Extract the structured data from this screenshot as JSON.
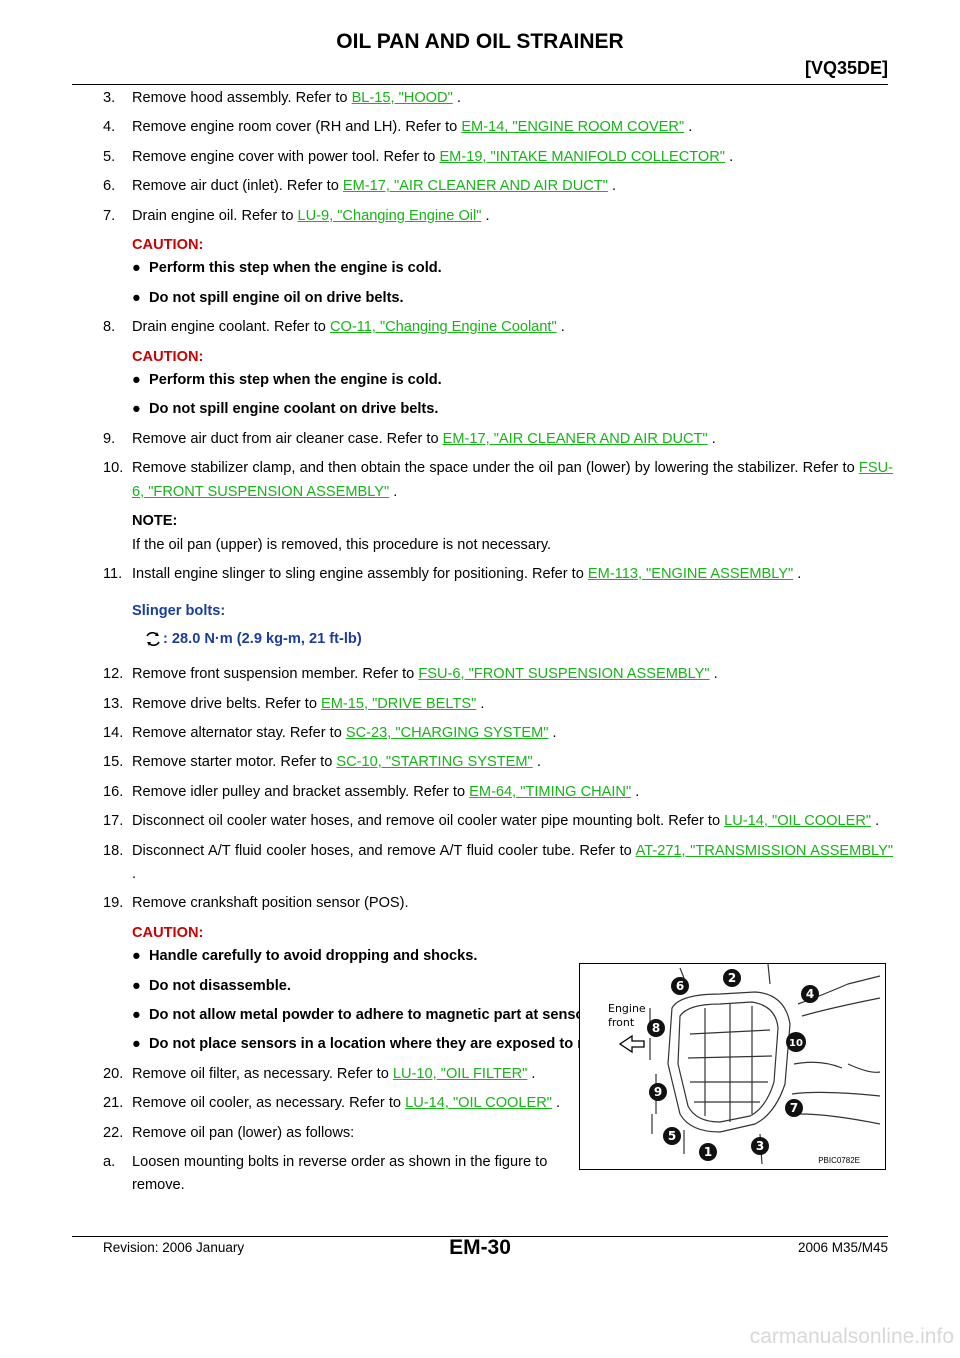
{
  "header": {
    "title": "OIL PAN AND OIL STRAINER",
    "model": "[VQ35DE]"
  },
  "steps": {
    "s3": {
      "num": "3.",
      "text": "Remove hood assembly. Refer to",
      "link": "BL-15, \"HOOD\"",
      "end": "."
    },
    "s4": {
      "num": "4.",
      "text": "Remove engine room cover (RH and LH). Refer to",
      "link": "EM-14, \"ENGINE ROOM COVER\"",
      "end": "."
    },
    "s5": {
      "num": "5.",
      "text": "Remove engine cover with power tool. Refer to",
      "link": "EM-19, \"INTAKE MANIFOLD COLLECTOR\"",
      "end": "."
    },
    "s6": {
      "num": "6.",
      "text": "Remove air duct (inlet). Refer to",
      "link": "EM-17, \"AIR CLEANER AND AIR DUCT\"",
      "end": "."
    },
    "s7": {
      "num": "7.",
      "text": "Drain engine oil. Refer to",
      "link": "LU-9, \"Changing Engine Oil\"",
      "end": "."
    },
    "s8": {
      "num": "8.",
      "text": "Drain engine coolant. Refer to",
      "link": "CO-11, \"Changing Engine Coolant\"",
      "end": "."
    },
    "s9": {
      "num": "9.",
      "text": "Remove air duct from air cleaner case. Refer to",
      "link": "EM-17, \"AIR CLEANER AND AIR DUCT\"",
      "end": "."
    },
    "s10": {
      "num": "10.",
      "text": "Remove stabilizer clamp, and then obtain the space under the oil pan (lower) by lowering the stabilizer. Refer to",
      "link": "FSU-6, \"FRONT SUSPENSION ASSEMBLY\"",
      "end": "."
    },
    "s11": {
      "num": "11.",
      "text": "Install engine slinger to sling engine assembly for positioning. Refer to",
      "link": "EM-113, \"ENGINE ASSEMBLY\"",
      "end": "."
    },
    "s12": {
      "num": "12.",
      "text": "Remove front suspension member. Refer to",
      "link": "FSU-6, \"FRONT SUSPENSION ASSEMBLY\"",
      "end": "."
    },
    "s13": {
      "num": "13.",
      "text": "Remove drive belts. Refer to",
      "link": "EM-15, \"DRIVE BELTS\"",
      "end": "."
    },
    "s14": {
      "num": "14.",
      "text": "Remove alternator stay. Refer to",
      "link": "SC-23, \"CHARGING SYSTEM\"",
      "end": "."
    },
    "s15": {
      "num": "15.",
      "text": "Remove starter motor. Refer to",
      "link": "SC-10, \"STARTING SYSTEM\"",
      "end": "."
    },
    "s16": {
      "num": "16.",
      "text": "Remove idler pulley and bracket assembly. Refer to",
      "link": "EM-64, \"TIMING CHAIN\"",
      "end": "."
    },
    "s17": {
      "num": "17.",
      "text": "Disconnect oil cooler water hoses, and remove oil cooler water pipe mounting bolt. Refer to",
      "link": "LU-14, \"OIL COOLER\"",
      "end": "."
    },
    "s18": {
      "num": "18.",
      "text": "Disconnect A/T fluid cooler hoses, and remove A/T fluid cooler tube. Refer to",
      "link": "AT-271, \"TRANSMISSION ASSEMBLY\"",
      "end": "."
    },
    "s19": {
      "num": "19.",
      "text": "Remove crankshaft position sensor (POS)."
    },
    "s20": {
      "num": "20.",
      "text": "Remove oil filter, as necessary. Refer to",
      "link": "LU-10, \"OIL FILTER\"",
      "end": "."
    },
    "s21": {
      "num": "21.",
      "text": "Remove oil cooler, as necessary. Refer to",
      "link": "LU-14, \"OIL COOLER\"",
      "end": "."
    },
    "s22": {
      "num": "22.",
      "text": "Remove oil pan (lower) as follows:"
    },
    "sa": {
      "num": "a.",
      "text": "Loosen mounting bolts in reverse order as shown in the figure to remove."
    }
  },
  "caution_label": "CAUTION:",
  "caution_cold": "Perform this step when the engine is cold.",
  "caution_oil": "Do not spill engine oil on drive belts.",
  "caution_coolant": "Do not spill engine coolant on drive belts.",
  "caution19": [
    "Handle carefully to avoid dropping and shocks.",
    "Do not disassemble.",
    "Do not allow metal powder to adhere to magnetic part at sensor tip.",
    "Do not place sensors in a location where they are exposed to magnetism."
  ],
  "note_label": "NOTE:",
  "note_text": "If the oil pan (upper) is removed, this procedure is not necessary.",
  "spec": {
    "label": "Slinger bolts:",
    "value": ": 28.0 N·m (2.9 kg-m, 21 ft-lb)"
  },
  "figure": {
    "engine_label": "Engine",
    "front_label": "front",
    "code": "PBIC0782E",
    "bolt_numbers": [
      "1",
      "2",
      "3",
      "4",
      "5",
      "6",
      "7",
      "8",
      "9",
      "10"
    ]
  },
  "footer": {
    "revision": "Revision: 2006 January",
    "page": "EM-30",
    "model_year": "2006 M35/M45"
  },
  "watermark": "carmanualsonline.info"
}
